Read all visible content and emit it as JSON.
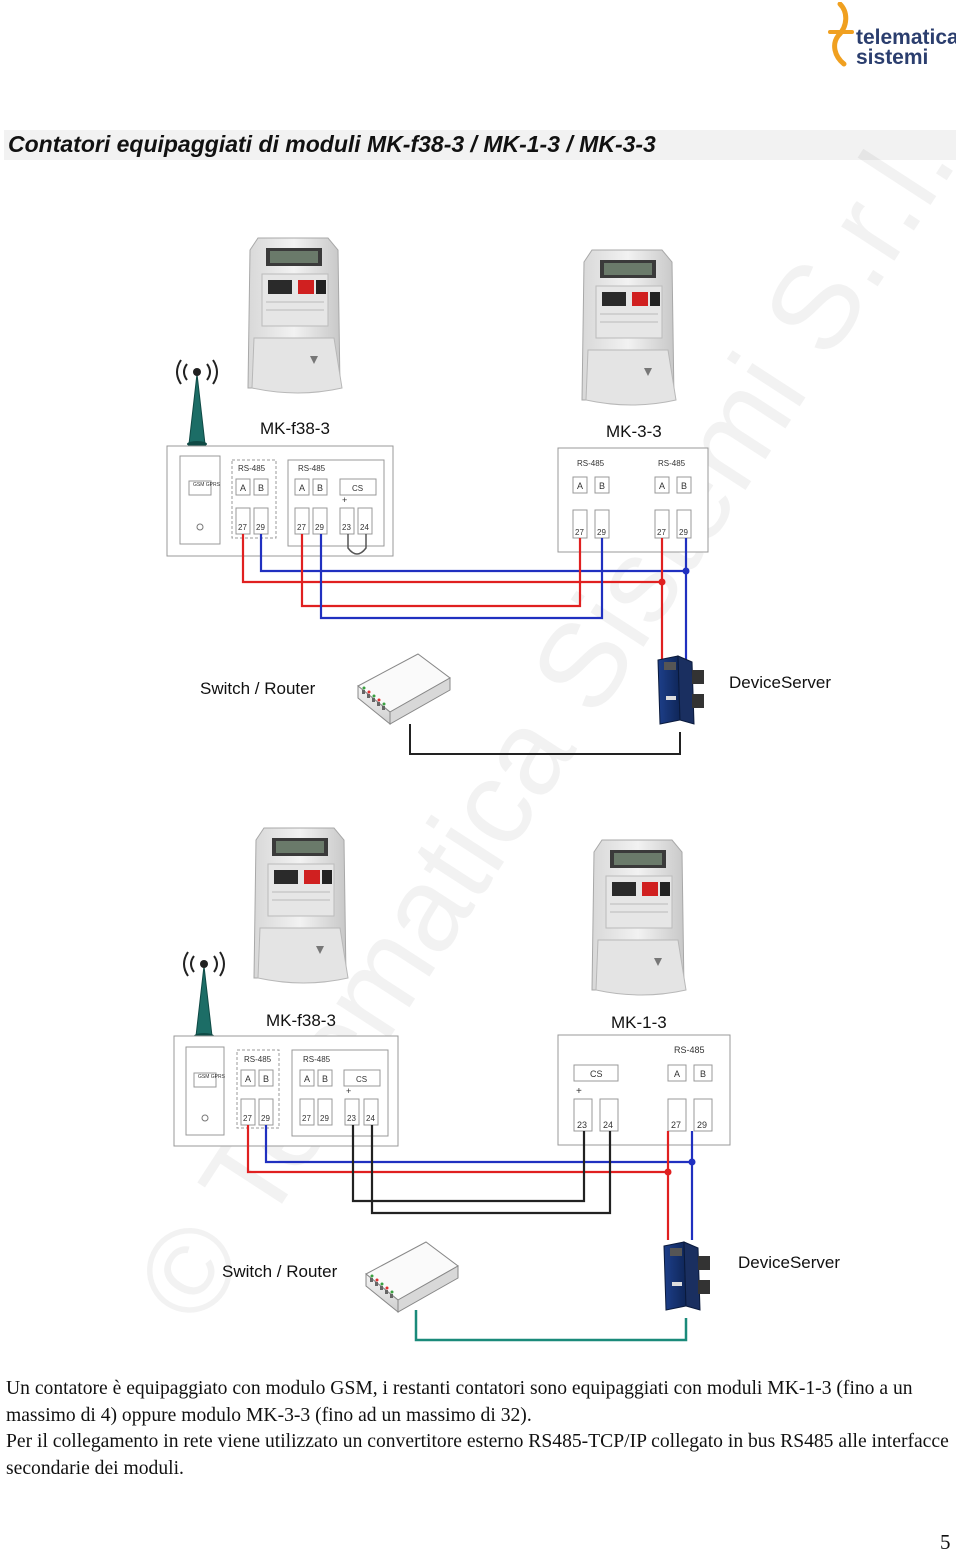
{
  "logo": {
    "line1": "telematica",
    "line2": "sistemi"
  },
  "title": "Contatori equipaggiati di moduli MK-f38-3 / MK-1-3 / MK-3-3",
  "watermark": "© Telematica Sistemi S.r.l.",
  "diagram1": {
    "left_module": {
      "name": "MK-f38-3",
      "gsm_label": "GSM GPRS",
      "port1": {
        "label": "RS-485",
        "a": "A",
        "b": "B",
        "t1": "27",
        "t2": "29"
      },
      "port2": {
        "label": "RS-485",
        "a": "A",
        "b": "B",
        "t1": "27",
        "t2": "29"
      },
      "cs": {
        "label": "CS",
        "plus": "+",
        "t1": "23",
        "t2": "24"
      }
    },
    "right_module": {
      "name": "MK-3-3",
      "port1": {
        "label": "RS-485",
        "a": "A",
        "b": "B",
        "t1": "27",
        "t2": "29"
      },
      "port2": {
        "label": "RS-485",
        "a": "A",
        "b": "B",
        "t1": "27",
        "t2": "29"
      }
    },
    "switch_label": "Switch / Router",
    "device_label": "DeviceServer"
  },
  "diagram2": {
    "left_module": {
      "name": "MK-f38-3",
      "gsm_label": "GSM GPRS",
      "port1": {
        "label": "RS-485",
        "a": "A",
        "b": "B",
        "t1": "27",
        "t2": "29"
      },
      "port2": {
        "label": "RS-485",
        "a": "A",
        "b": "B",
        "t1": "27",
        "t2": "29"
      },
      "cs": {
        "label": "CS",
        "plus": "+",
        "t1": "23",
        "t2": "24"
      }
    },
    "right_module": {
      "name": "MK-1-3",
      "cs": {
        "label": "CS",
        "plus": "+",
        "t1": "23",
        "t2": "24"
      },
      "port": {
        "label": "RS-485",
        "a": "A",
        "b": "B",
        "t1": "27",
        "t2": "29"
      }
    },
    "switch_label": "Switch / Router",
    "device_label": "DeviceServer"
  },
  "paragraph1": "Un contatore è equipaggiato con modulo GSM, i restanti contatori sono equipaggiati con moduli MK-1-3 (fino a un massimo di 4) oppure modulo MK-3-3 (fino ad un massimo di 32).",
  "paragraph2": "Per il collegamento in rete viene utilizzato un convertitore esterno RS485-TCP/IP collegato in bus RS485 alle interfacce secondarie dei moduli.",
  "page_number": "5",
  "colors": {
    "red_wire": "#e02020",
    "blue_wire": "#2030c0",
    "green_wire": "#1a8a7a",
    "black_wire": "#222222"
  }
}
